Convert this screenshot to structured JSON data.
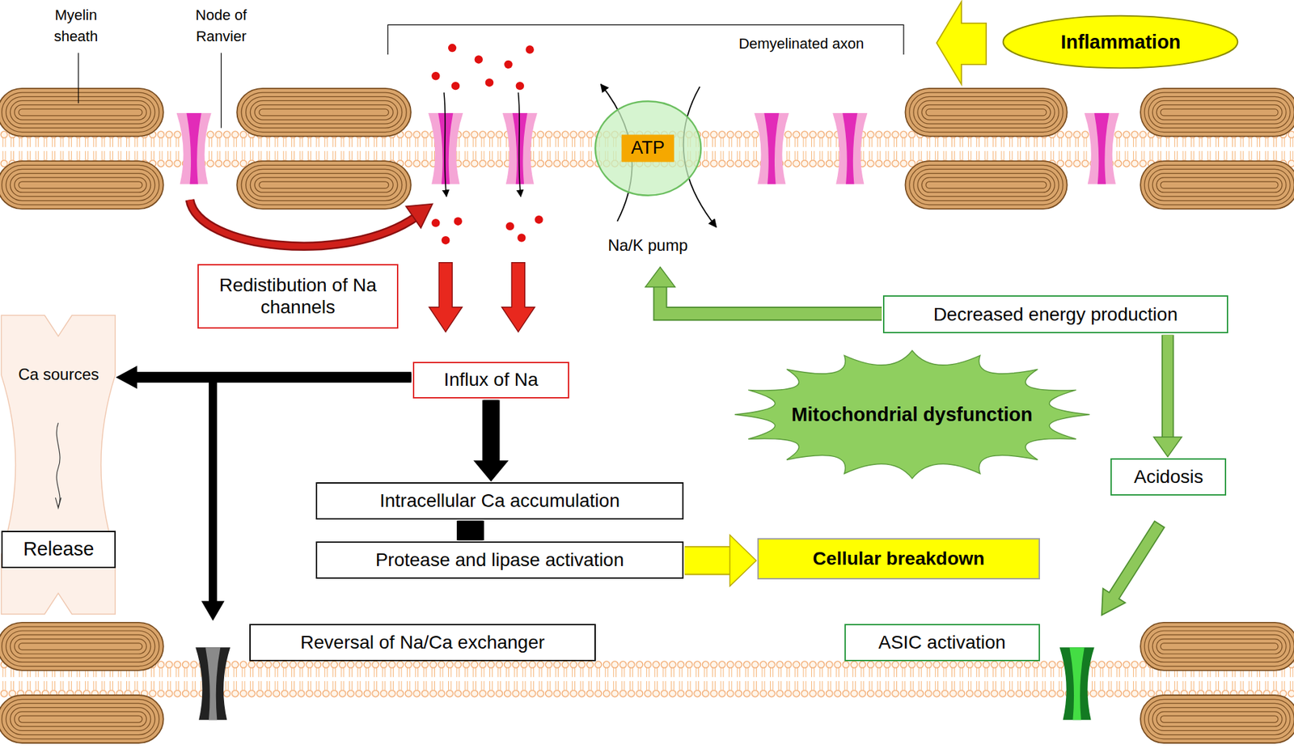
{
  "diagram": {
    "nodes": [
      {
        "text": [
          "Inflammation"
        ]
      },
      {
        "text": [
          "ATP",
          "Na/K pump"
        ]
      },
      {
        "text": [
          "Redistibution of Na channels"
        ]
      },
      {
        "text": [
          "Decreased energy production"
        ]
      },
      {
        "text": [
          "Ca sources"
        ]
      },
      {
        "text": [
          "Release"
        ],
        "in": 4
      },
      {
        "text": [
          "Influx of Na"
        ]
      },
      {
        "text": [
          "Mitochondrial dysfunction"
        ]
      },
      {
        "text": [
          "Acidosis"
        ]
      },
      {
        "text": [
          "Intracellular Ca accumulation"
        ]
      },
      {
        "text": [
          "Protease and lipase activation"
        ]
      },
      {
        "text": [
          "Cellular breakdown"
        ]
      },
      {
        "text": [
          "Reversal of Na/Ca exchanger"
        ]
      },
      {
        "text": [
          "ASIC activation"
        ]
      }
    ],
    "edges": [
      {
        "from": 6,
        "to": 4,
        "arrow": "to"
      },
      {
        "from": 6,
        "to": 9,
        "arrow": "to"
      },
      {
        "from": 9,
        "to": 10,
        "arrow": "none"
      },
      {
        "from": 10,
        "to": 11,
        "arrow": "to"
      },
      {
        "from": 3,
        "to": 1,
        "arrow": "to"
      },
      {
        "from": 3,
        "to": 8,
        "arrow": "to"
      }
    ],
    "labels": [
      "Myelin sheath",
      "Node of Ranvier",
      "Demyelinated axon"
    ]
  }
}
